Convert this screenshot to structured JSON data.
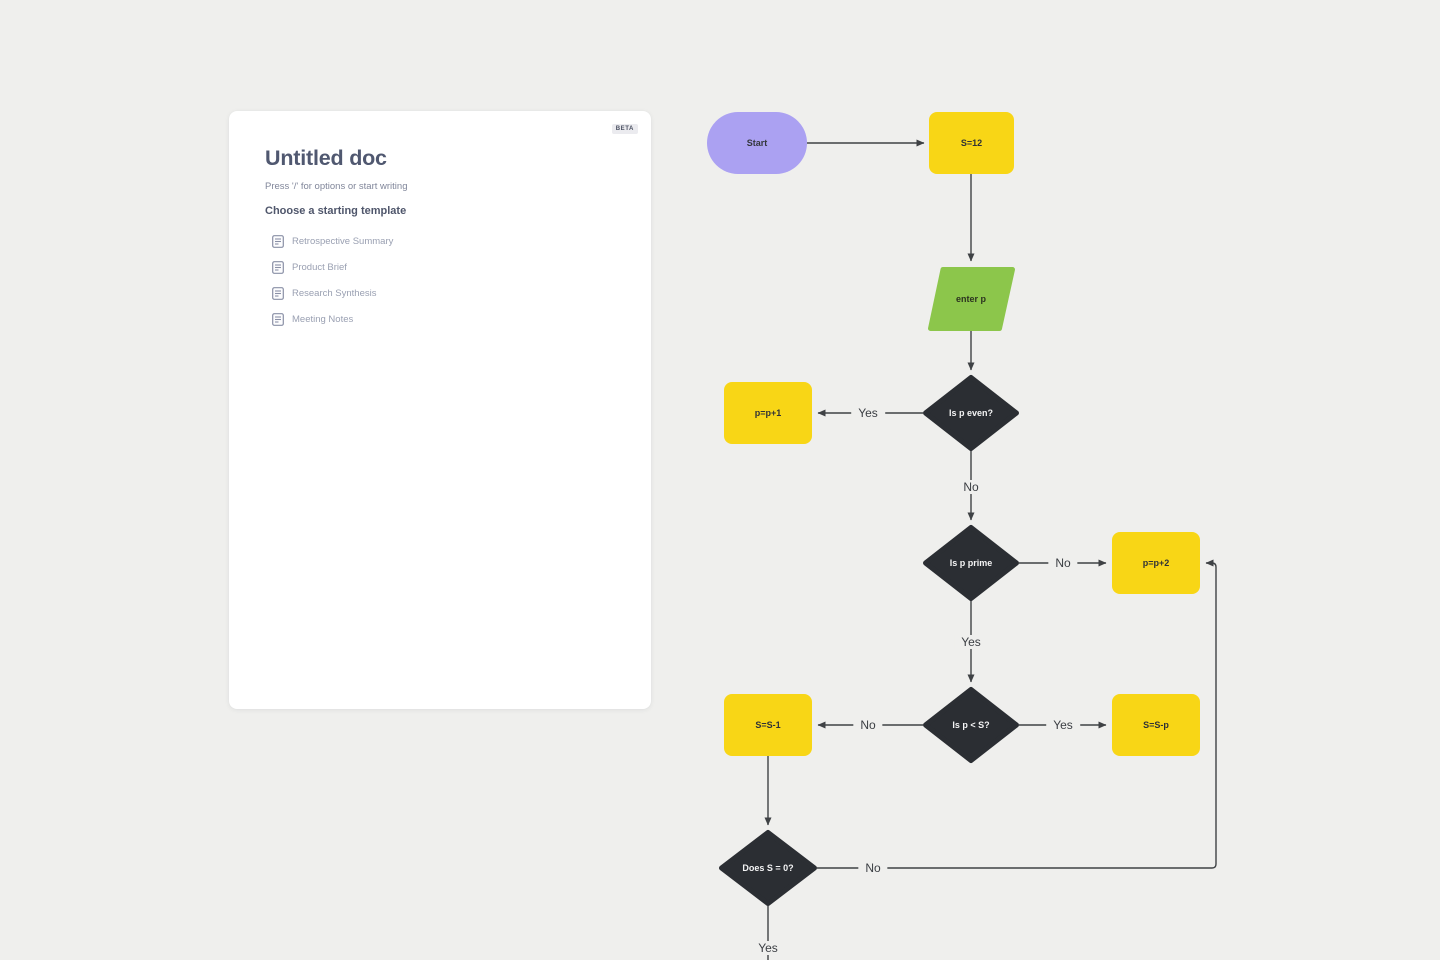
{
  "document_panel": {
    "badge": "BETA",
    "title": "Untitled doc",
    "placeholder": "Press '/' for options or start writing",
    "templates_heading": "Choose a starting template",
    "templates": [
      {
        "label": "Retrospective Summary"
      },
      {
        "label": "Product Brief"
      },
      {
        "label": "Research Synthesis"
      },
      {
        "label": "Meeting Notes"
      }
    ]
  },
  "flowchart": {
    "nodes": {
      "start": {
        "label": "Start",
        "type": "terminator",
        "color": "#ABA1F2"
      },
      "s_init": {
        "label": "S=12",
        "type": "process",
        "color": "#F8D616"
      },
      "enter_p": {
        "label": "enter p",
        "type": "input",
        "color": "#8CC64B"
      },
      "is_p_even": {
        "label": "Is p even?",
        "type": "decision",
        "color": "#2B2E33"
      },
      "p_plus_1": {
        "label": "p=p+1",
        "type": "process",
        "color": "#F8D616"
      },
      "is_p_prime": {
        "label": "Is p prime",
        "type": "decision",
        "color": "#2B2E33"
      },
      "p_plus_2": {
        "label": "p=p+2",
        "type": "process",
        "color": "#F8D616"
      },
      "is_p_lt_s": {
        "label": "Is p < S?",
        "type": "decision",
        "color": "#2B2E33"
      },
      "s_minus_1": {
        "label": "S=S-1",
        "type": "process",
        "color": "#F8D616"
      },
      "s_minus_p": {
        "label": "S=S-p",
        "type": "process",
        "color": "#F8D616"
      },
      "does_s_eq_0": {
        "label": "Does S = 0?",
        "type": "decision",
        "color": "#2B2E33"
      }
    },
    "edge_labels": {
      "even_yes": "Yes",
      "even_no": "No",
      "prime_no": "No",
      "prime_yes": "Yes",
      "lt_no": "No",
      "lt_yes": "Yes",
      "zero_no": "No",
      "zero_yes": "Yes"
    }
  }
}
